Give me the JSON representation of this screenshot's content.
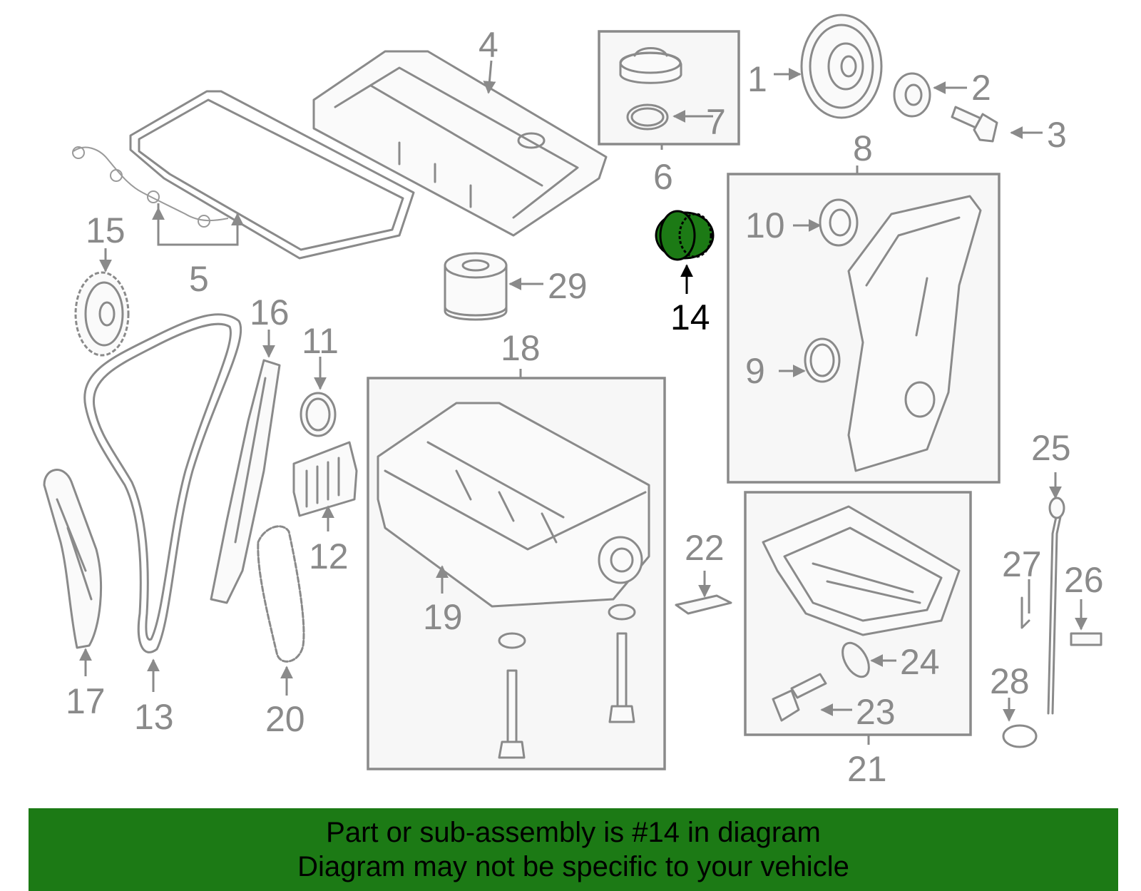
{
  "diagram": {
    "highlight_color": "#1c7a15",
    "line_color": "#8a8a8a",
    "callouts": {
      "c1": "1",
      "c2": "2",
      "c3": "3",
      "c4": "4",
      "c5": "5",
      "c6": "6",
      "c7": "7",
      "c8": "8",
      "c9": "9",
      "c10": "10",
      "c11": "11",
      "c12": "12",
      "c13": "13",
      "c14": "14",
      "c15": "15",
      "c16": "16",
      "c17": "17",
      "c18": "18",
      "c19": "19",
      "c20": "20",
      "c21": "21",
      "c22": "22",
      "c23": "23",
      "c24": "24",
      "c25": "25",
      "c26": "26",
      "c27": "27",
      "c28": "28",
      "c29": "29"
    }
  },
  "banner": {
    "line1": "Part or sub-assembly is #14 in diagram",
    "line2": "Diagram may not be specific to your vehicle",
    "background": "#1c7a15"
  }
}
